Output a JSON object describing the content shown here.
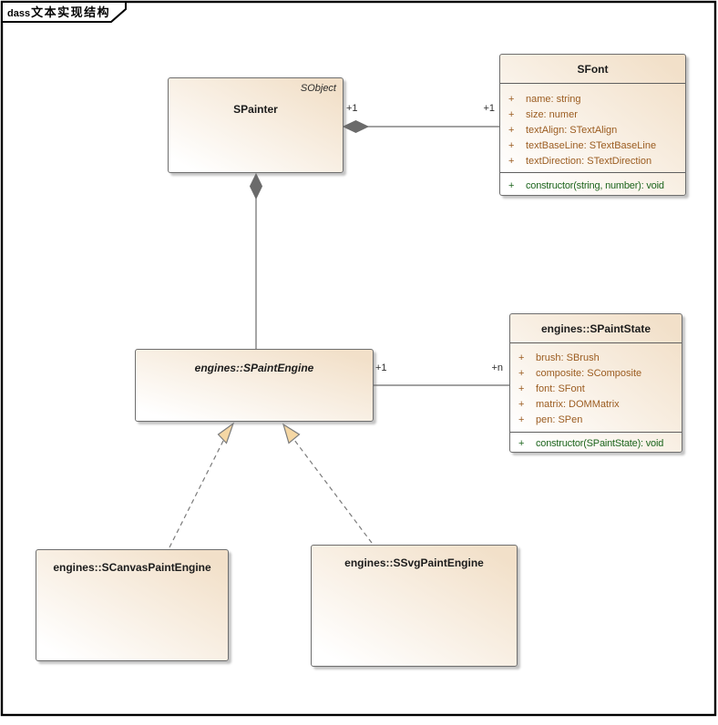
{
  "frame": {
    "keyword": "dass",
    "title": "文本实现结构"
  },
  "classes": {
    "spainter": {
      "name": "SPainter",
      "annotation": "SObject"
    },
    "sfont": {
      "name": "SFont",
      "attributes": [
        {
          "vis": "+",
          "text": "name: string"
        },
        {
          "vis": "+",
          "text": "size: numer"
        },
        {
          "vis": "+",
          "text": "textAlign: STextAlign"
        },
        {
          "vis": "+",
          "text": "textBaseLine: STextBaseLine"
        },
        {
          "vis": "+",
          "text": "textDirection: STextDirection"
        }
      ],
      "operations": [
        {
          "vis": "+",
          "text": "constructor(string, number): void"
        }
      ]
    },
    "spaintengine": {
      "name": "engines::SPaintEngine",
      "abstract": true
    },
    "spaintstate": {
      "name": "engines::SPaintState",
      "attributes": [
        {
          "vis": "+",
          "text": "brush: SBrush"
        },
        {
          "vis": "+",
          "text": "composite: SComposite"
        },
        {
          "vis": "+",
          "text": "font: SFont"
        },
        {
          "vis": "+",
          "text": "matrix: DOMMatrix"
        },
        {
          "vis": "+",
          "text": "pen: SPen"
        }
      ],
      "operations": [
        {
          "vis": "+",
          "text": "constructor(SPaintState): void"
        }
      ]
    },
    "scanvaspaintengine": {
      "name": "engines::SCanvasPaintEngine"
    },
    "ssvgpaintengine": {
      "name": "engines::SSvgPaintEngine"
    }
  },
  "connectors": {
    "painter_font": {
      "type": "aggregation",
      "source_label": "+1",
      "target_label": "+1"
    },
    "painter_engine": {
      "type": "aggregation"
    },
    "engine_state": {
      "type": "association",
      "source_label": "+1",
      "target_label": "+n"
    },
    "canvas_engine": {
      "type": "realization"
    },
    "svg_engine": {
      "type": "realization"
    }
  },
  "colors": {
    "box_fill": "#f2e0c9",
    "box_fill_light": "#ffffff",
    "box_border": "#6e6e6e",
    "attribute_text": "#9b5c20",
    "operation_text": "#1d651d",
    "connector": "#6b6b6b",
    "arrow_fill": "#f5d7a4",
    "frame_border": "#000000"
  }
}
